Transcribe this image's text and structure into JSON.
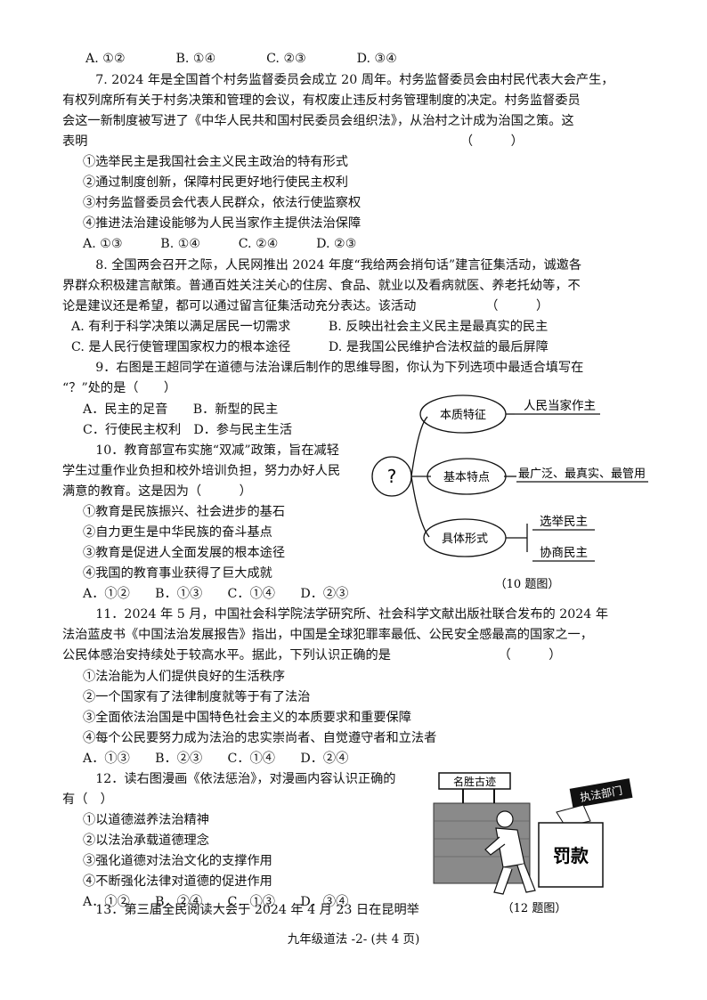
{
  "lines": [
    "A. ①②　　　　B. ①④　　　　C. ②③　　　　D. ③④",
    "　7. 2024 年是全国首个村务监督委员会成立 20 周年。村务监督委员会由村民代表大会产生，",
    "有权列席所有关于村务决策和管理的会议，有权废止违反村务管理制度的决定。村务监督委员",
    "会这一新制度被写进了《中华人民共和国村民委员会组织法》，从治村之计成为治国之策。这",
    "表明　　　　　　　　　　　　　　　　　　　　　　　　　　　　　　（　　　）",
    "①选举民主是我国社会主义民主政治的特有形式",
    "②通过制度创新，保障村民更好地行使民主权利",
    "③村务监督委员会代表人民群众，依法行使监察权",
    "④推进法治建设能够为人民当家作主提供法治保障",
    "A. ①③　　　B. ①④　　　C. ②④　　　D. ②③",
    "　8. 全国两会召开之际，人民网推出 2024 年度“我给两会捎句话”建言征集活动，诚邀各",
    "界群众积极建言献策。普通百姓关注关心的住房、食品、就业以及看病就医、养老托幼等，不",
    "论是建议还是希望，都可以通过留言征集活动充分表达。该活动　　　　　　（　　　）",
    "A. 有利于科学决策以满足居民一切需求　　　B. 反映出社会主义民主是最真实的民主",
    "C. 是人民行使管理国家权力的根本途径　　　D. 是我国公民维护合法权益的最后屏障",
    "　9．右图是王超同学在道德与法治课后制作的思维导图，你认为下列选项中最适合填写在",
    "“？”处的是（　　）",
    "A．民主的足音　　B．新型的民主",
    "C．行使民主权利　D．参与民主生活",
    "　10．教育部宣布实施“双减”政策，旨在减轻",
    "学生过重作业负担和校外培训负担，努力办好人民",
    "满意的教育。这是因为（　　　）",
    "①教育是民族振兴、社会进步的基石",
    "②自力更生是中华民族的奋斗基点",
    "③教育是促进人全面发展的根本途径",
    "④我国的教育事业获得了巨大成就",
    "A．①②　　B．①③　　C．①④　　D．②③",
    "　11．2024 年 5 月，中国社会科学院法学研究所、社会科学文献出版社联合发布的 2024 年",
    "法治蓝皮书《中国法治发展报告》指出，中国是全球犯罪率最低、公民安全感最高的国家之一，",
    "公民体感治安持续处于较高水平。据此，下列认识正确的是　　　　　　　　　（　　　）",
    "①法治能为人们提供良好的生活秩序",
    "②一个国家有了法律制度就等于有了法治",
    "③全面依法治国是中国特色社会主义的本质要求和重要保障",
    "④每个公民要努力成为法治的忠实崇尚者、自觉遵守者和立法者",
    "A．①③　　B．②③　　C．①④　　D．②④",
    "　12．读右图漫画《依法惩治》，对漫画内容认识正确的",
    "有（　）",
    "①以道德滋养法治精神",
    "②以法治承载道德理念",
    "③强化道德对法治文化的支撑作用",
    "④不断强化法律对道德的促进作用",
    "A．①②　　B．②④　　C．①③　　D．③④",
    "　13．第三届全民阅读大会于 2024 年 4 月 23 日在昆明举"
  ],
  "mindmap": {
    "center": "?",
    "nodes": [
      "本质特征",
      "基本特点",
      "具体形式"
    ],
    "leaves": [
      "人民当家作主",
      "最广泛、最真实、最管用",
      "选举民主",
      "协商民主"
    ],
    "caption": "（10 题图）"
  },
  "cartoon": {
    "sign": "名胜古迹",
    "stamp": "执法部门",
    "box": "罚款",
    "caption": "（12 题图）"
  },
  "footer": "九年级道法 -2- (共 4 页)"
}
